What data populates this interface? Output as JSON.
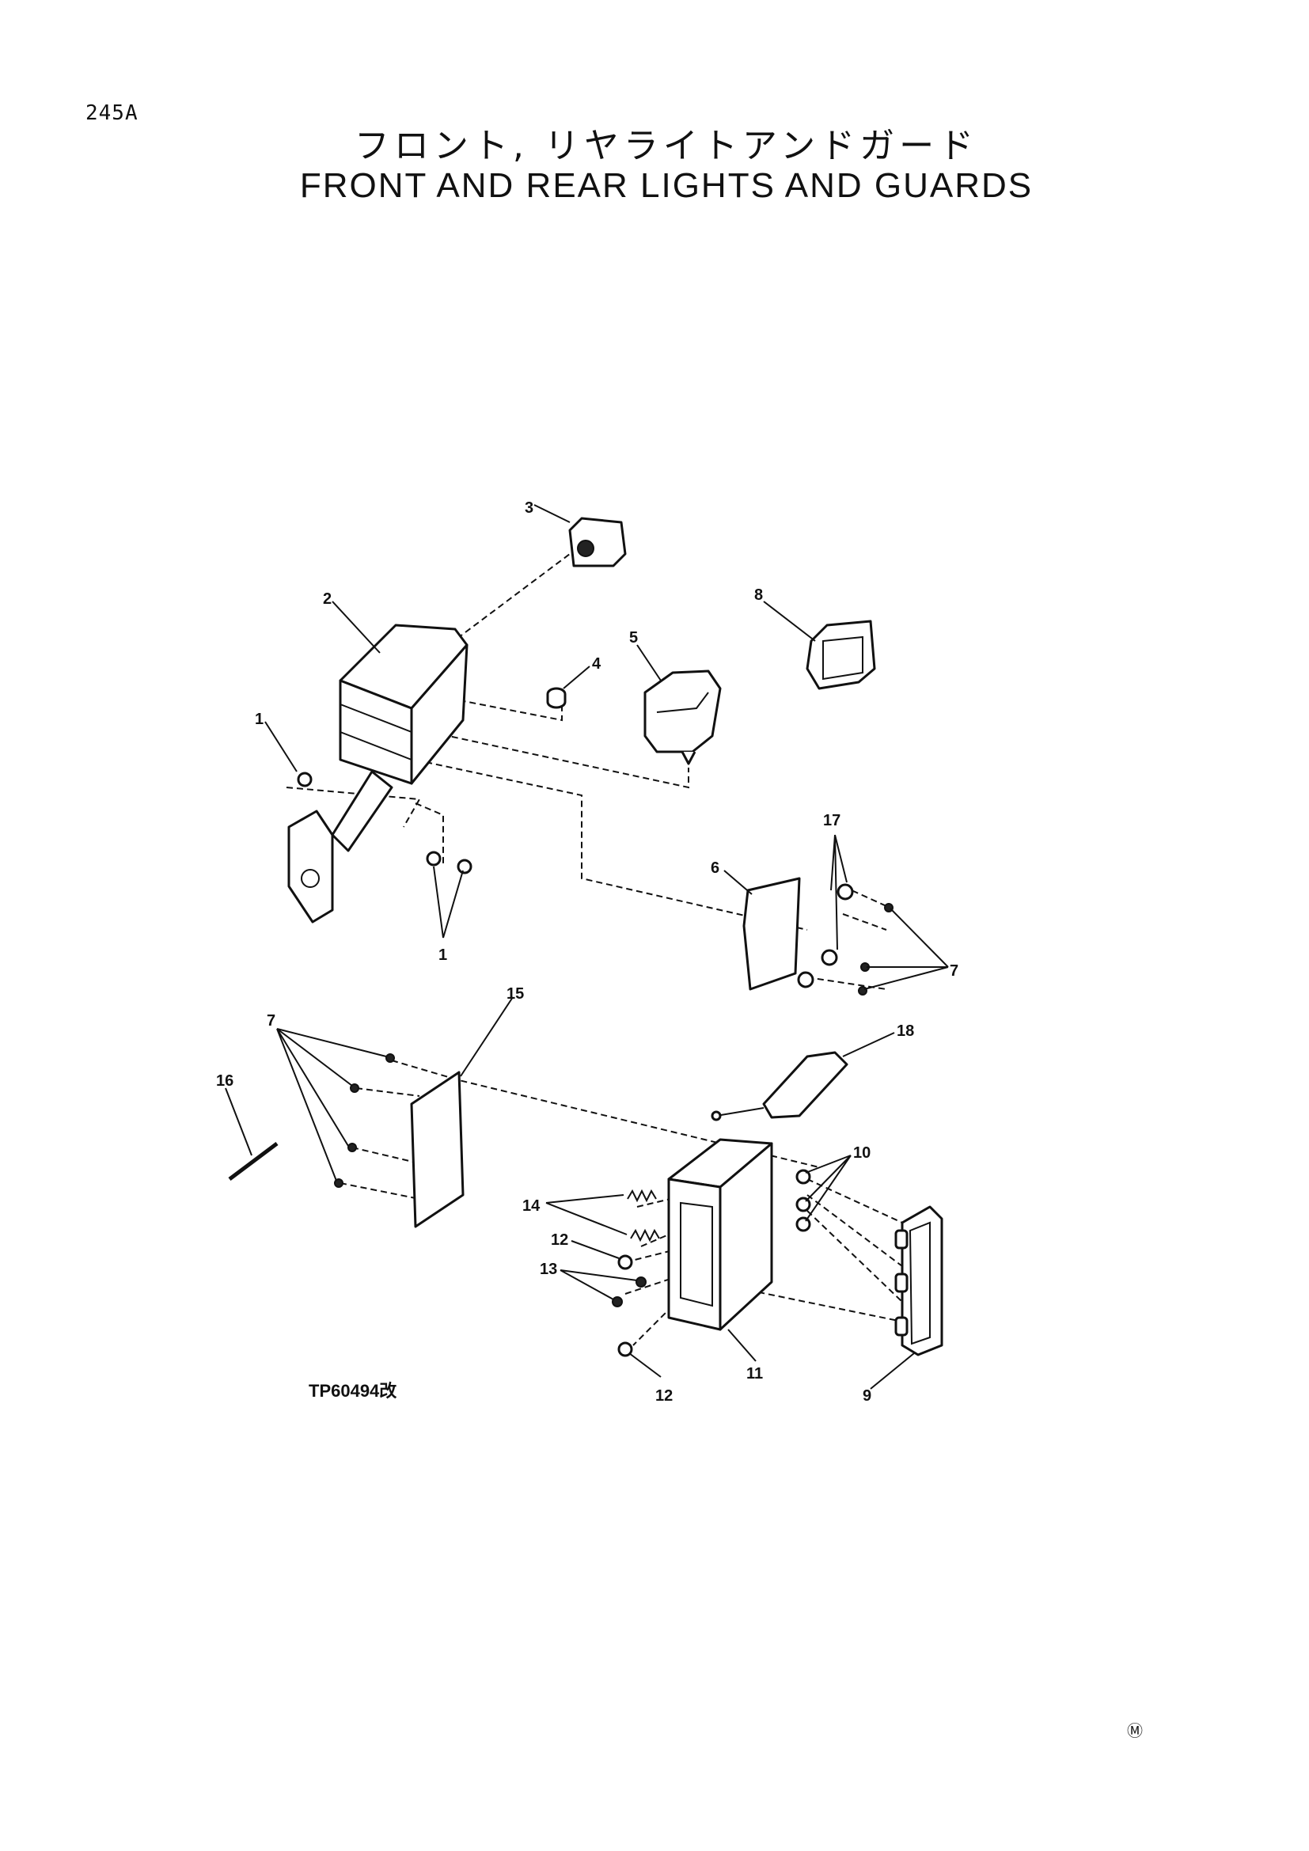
{
  "page_code": "245A",
  "title_jp": "フロント, リヤライトアンドガード",
  "title_en": "FRONT AND REAR LIGHTS AND GUARDS",
  "figure_code": "TP60494改",
  "corner_mark": "Ⓜ",
  "callouts": {
    "c1a": "1",
    "c1b": "1",
    "c2": "2",
    "c3": "3",
    "c4": "4",
    "c5": "5",
    "c6": "6",
    "c7a": "7",
    "c7b": "7",
    "c8": "8",
    "c9": "9",
    "c10": "10",
    "c11": "11",
    "c12a": "12",
    "c12b": "12",
    "c13": "13",
    "c14": "14",
    "c15": "15",
    "c16": "16",
    "c17": "17",
    "c18": "18"
  }
}
